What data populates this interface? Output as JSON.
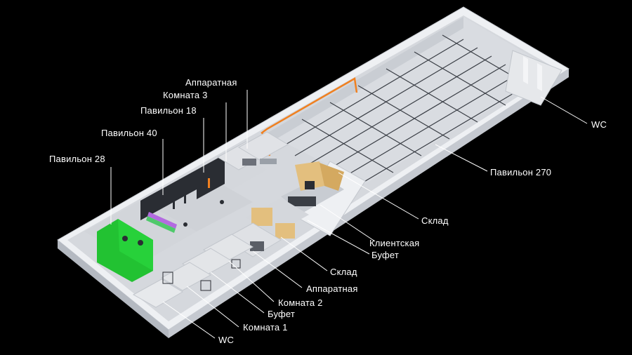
{
  "colors": {
    "background": "#000000",
    "floor": "#d6d9de",
    "wall_top": "#f2f3f5",
    "wall_side": "#b9bec6",
    "grid": "#3d4148",
    "green_screen": "#22c232",
    "orange_cable": "#f08020",
    "wood": "#e3bf7e",
    "label_text": "#ffffff",
    "leader_line": "#ffffff"
  },
  "labels": {
    "left": {
      "apparatnaya": "Аппаратная",
      "komnata3": "Комната 3",
      "pavilon18": "Павильон 18",
      "pavilon40": "Павильон 40",
      "pavilon28": "Павильон 28"
    },
    "right": {
      "wc_top": "WC",
      "pavilon270": "Павильон 270",
      "sklad_top": "Склад",
      "klientskaya": "Клиентская",
      "bufet_top": "Буфет",
      "sklad_bottom": "Склад",
      "apparatnaya_bottom": "Аппаратная",
      "komnata2": "Комната 2",
      "bufet_bottom": "Буфет",
      "komnata1": "Комната 1",
      "wc_bottom": "WC"
    }
  }
}
